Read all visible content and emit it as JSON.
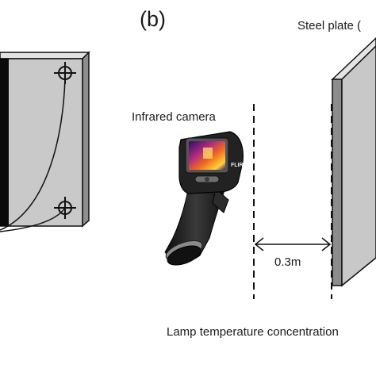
{
  "panel_label": "(b)",
  "labels": {
    "steel_plate": "Steel plate (",
    "infrared_camera": "Infrared camera",
    "distance": "0.3m",
    "caption": "Lamp temperature concentration",
    "camera_brand": "FLIR"
  },
  "colors": {
    "plate_front": "#c8c8c8",
    "plate_side": "#9a9a9a",
    "plate_top": "#dedede",
    "line": "#111111",
    "camera_body": "#1e1e1e"
  }
}
